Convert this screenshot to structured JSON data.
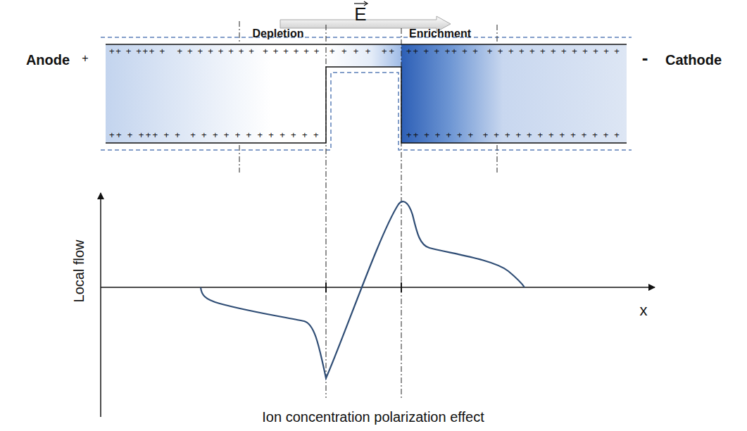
{
  "diagram": {
    "caption": "Ion concentration polarization effect",
    "labels": [
      "E",
      "Depletion",
      "Enrichment",
      "Anode",
      "+",
      "-",
      "Cathode",
      "++ + +++ +   + + + + + + + +  + + + + + +",
      "+ + + +  ++",
      "++ + + ++ + +  + + + + + + + + + + + + +",
      "++ + +++ + +  + + + + + + + + + + + +",
      "++ + + + + +  + + + + + + + + + + + + +",
      "Local flow",
      "x"
    ]
  }
}
